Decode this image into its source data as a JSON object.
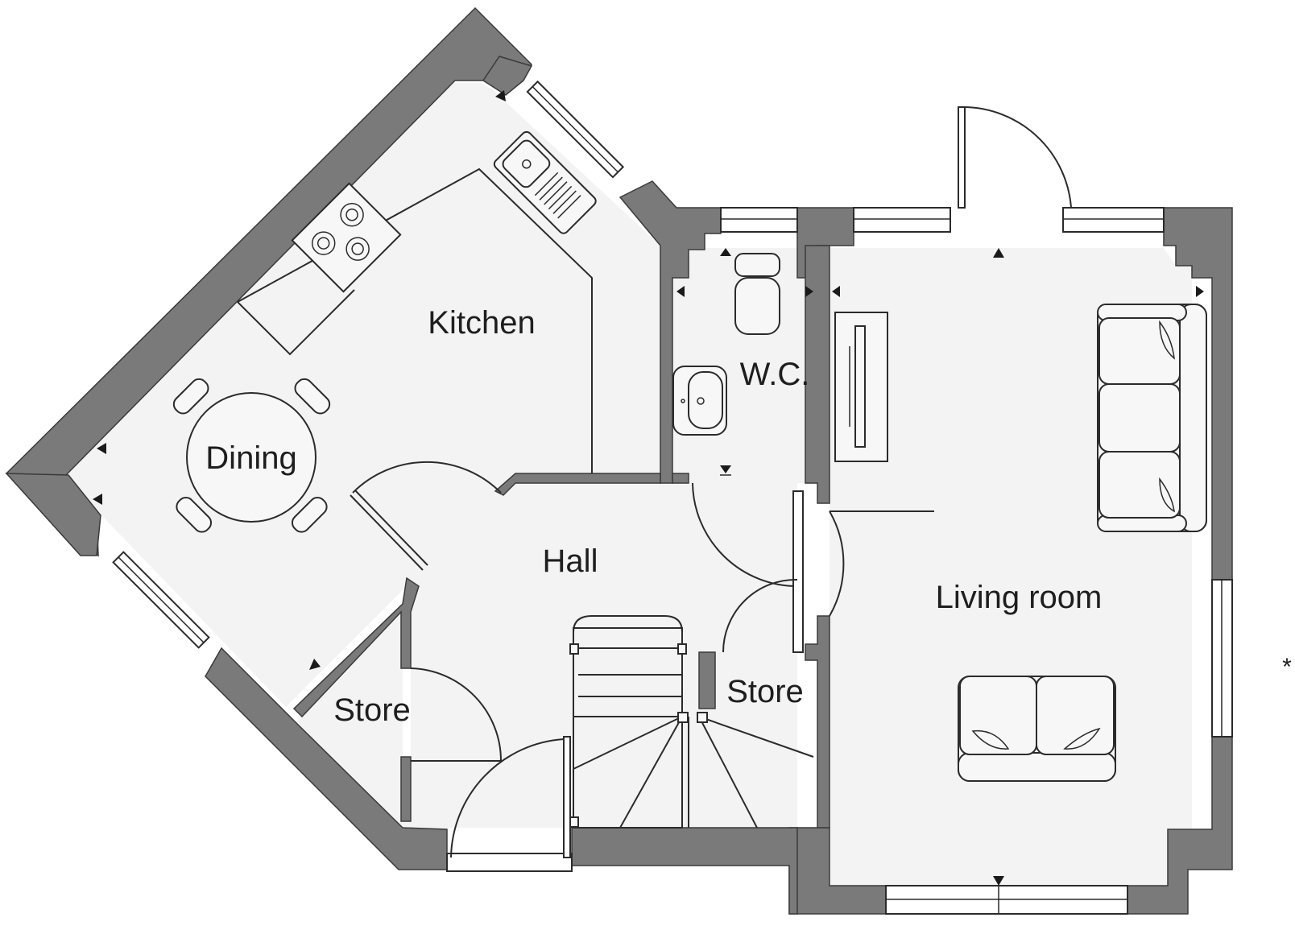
{
  "rooms": {
    "kitchen": "Kitchen",
    "dining": "Dining",
    "wc": "W.C.",
    "hall": "Hall",
    "living_room": "Living room",
    "store_left": "Store",
    "store_right": "Store"
  },
  "footnote_marker": "*",
  "colors": {
    "wall": "#7a7a7b",
    "floor": "#f3f3f3",
    "line": "#2b2b2b"
  }
}
